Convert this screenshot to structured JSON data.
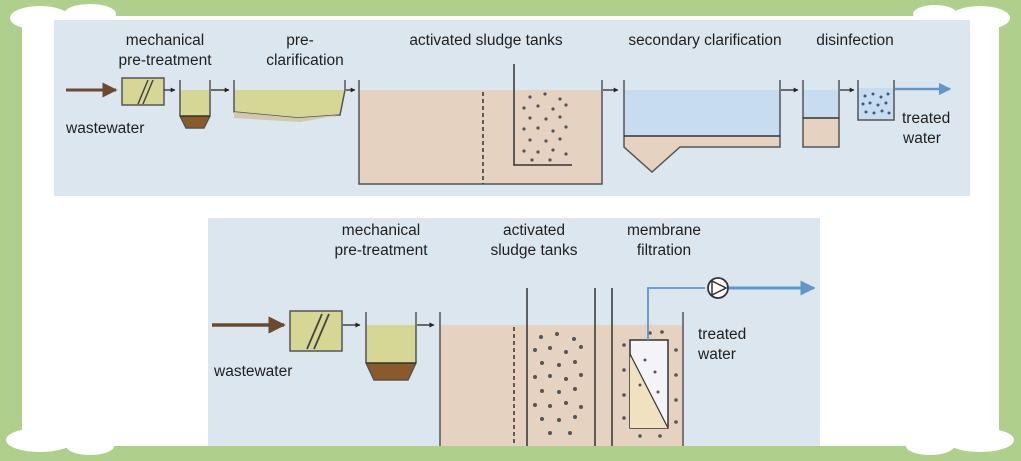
{
  "colors": {
    "frame_green": "#aed08c",
    "panel_blue": "#dce6ef",
    "sludge_tan": "#e6d2c1",
    "pretreat_olive": "#d6d795",
    "clear_water": "#c8dcf0",
    "arrow_brown": "#6b4a2f",
    "arrow_blue": "#5f96cb",
    "sediment_brown": "#8a5a2b",
    "bubble_dark": "#555555"
  },
  "top_diagram": {
    "stages": {
      "mechanical": "mechanical",
      "pretreatment": "pre-treatment",
      "pre_line1": "pre-",
      "pre_line2": "clarification",
      "activated": "activated sludge tanks",
      "secondary": "secondary clarification",
      "disinfection": "disinfection"
    },
    "input_label": "wastewater",
    "output_line1": "treated",
    "output_line2": "water"
  },
  "bottom_diagram": {
    "stages": {
      "mech_line1": "mechanical",
      "mech_line2": "pre-treatment",
      "act_line1": "activated",
      "act_line2": "sludge tanks",
      "mem_line1": "membrane",
      "mem_line2": "filtration"
    },
    "input_label": "wastewater",
    "output_line1": "treated",
    "output_line2": "water"
  }
}
